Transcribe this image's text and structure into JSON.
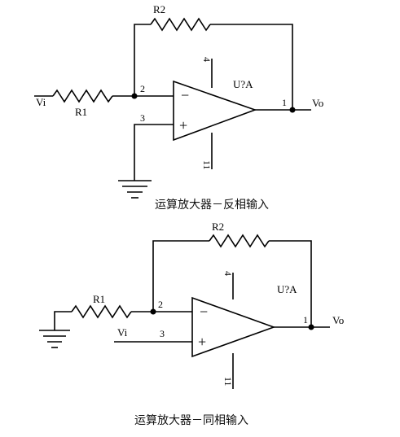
{
  "inverting": {
    "input_label": "Vi",
    "r_in": "R1",
    "r_fb": "R2",
    "opamp": "U?A",
    "output_label": "Vo",
    "pin_inv": "2",
    "pin_noninv": "3",
    "pin_out": "1",
    "pin_vplus": "4",
    "pin_vminus": "11",
    "minus_sign": "−",
    "plus_sign": "+",
    "caption": "运算放大器－反相输入"
  },
  "noninverting": {
    "input_label": "Vi",
    "r_in": "R1",
    "r_fb": "R2",
    "opamp": "U?A",
    "output_label": "Vo",
    "pin_inv": "2",
    "pin_noninv": "3",
    "pin_out": "1",
    "pin_vplus": "4",
    "pin_vminus": "11",
    "minus_sign": "−",
    "plus_sign": "+",
    "caption": "运算放大器－同相输入"
  }
}
